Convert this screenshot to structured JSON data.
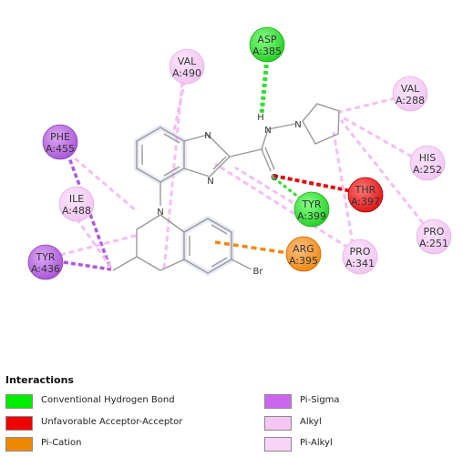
{
  "diagram": {
    "residues": [
      {
        "id": "asp385",
        "name": "ASP",
        "chain_num": "A:385",
        "type": "hbond"
      },
      {
        "id": "val490",
        "name": "VAL",
        "chain_num": "A:490",
        "type": "alkyl"
      },
      {
        "id": "val288",
        "name": "VAL",
        "chain_num": "A:288",
        "type": "alkyl"
      },
      {
        "id": "his252",
        "name": "HIS",
        "chain_num": "A:252",
        "type": "alkyl"
      },
      {
        "id": "pro251",
        "name": "PRO",
        "chain_num": "A:251",
        "type": "alkyl"
      },
      {
        "id": "phe455",
        "name": "PHE",
        "chain_num": "A:455",
        "type": "pisigma"
      },
      {
        "id": "ile488",
        "name": "ILE",
        "chain_num": "A:488",
        "type": "alkyl"
      },
      {
        "id": "thr397",
        "name": "THR",
        "chain_num": "A:397",
        "type": "unfavorable"
      },
      {
        "id": "tyr399",
        "name": "TYR",
        "chain_num": "A:399",
        "type": "hbond"
      },
      {
        "id": "tyr436",
        "name": "TYR",
        "chain_num": "A:436",
        "type": "pisigma"
      },
      {
        "id": "arg395",
        "name": "ARG",
        "chain_num": "A:395",
        "type": "pication"
      },
      {
        "id": "pro341",
        "name": "PRO",
        "chain_num": "A:341",
        "type": "alkyl"
      }
    ],
    "atom_labels": {
      "n1": "N",
      "n2": "N",
      "n3": "N",
      "n4": "N",
      "h": "H",
      "o": "O",
      "br": "Br"
    }
  },
  "legend": {
    "title": "Interactions",
    "items": [
      {
        "label": "Conventional Hydrogen Bond",
        "color": "#00ee00"
      },
      {
        "label": "Unfavorable Acceptor-Acceptor",
        "color": "#ee0000"
      },
      {
        "label": "Pi-Cation",
        "color": "#ee8800"
      },
      {
        "label": "Pi-Sigma",
        "color": "#cc66ee"
      },
      {
        "label": "Alkyl",
        "color": "#f4c6f4"
      },
      {
        "label": "Pi-Alkyl",
        "color": "#f8d4f8"
      }
    ]
  },
  "colors": {
    "hbond": "#33dd33",
    "unfavorable": "#dd1111",
    "pication": "#ee8811",
    "pisigma": "#b05ad8",
    "alkyl": "#f3bff3",
    "bond": "#999999"
  }
}
